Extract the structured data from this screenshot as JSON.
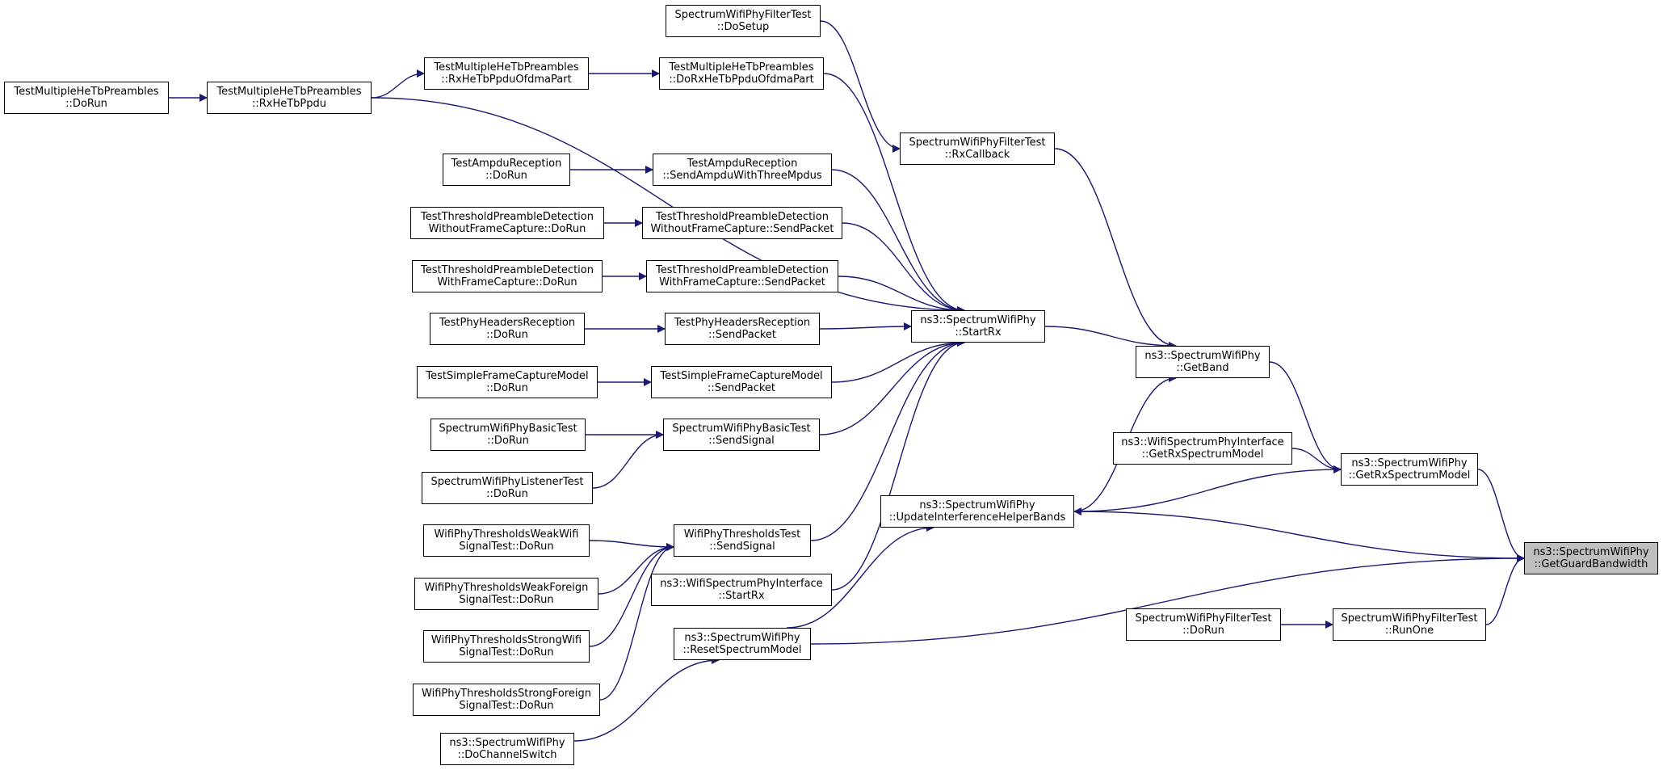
{
  "diagram": {
    "type": "call-graph",
    "colors": {
      "edge": "#191970",
      "node_border": "#000000",
      "focus_fill": "#bfbfbf",
      "background": "#ffffff"
    },
    "nodes": [
      {
        "id": "focus",
        "lines": [
          "ns3::SpectrumWifiPhy",
          "::GetGuardBandwidth"
        ],
        "focus": true
      },
      {
        "id": "getRxSpectrumModel",
        "lines": [
          "ns3::SpectrumWifiPhy",
          "::GetRxSpectrumModel"
        ]
      },
      {
        "id": "updateInterference",
        "lines": [
          "ns3::SpectrumWifiPhy",
          "::UpdateInterferenceHelperBands"
        ]
      },
      {
        "id": "resetSpectrumModel",
        "lines": [
          "ns3::SpectrumWifiPhy",
          "::ResetSpectrumModel"
        ]
      },
      {
        "id": "runOne",
        "lines": [
          "SpectrumWifiPhyFilterTest",
          "::RunOne"
        ]
      },
      {
        "id": "filterDoRun",
        "lines": [
          "SpectrumWifiPhyFilterTest",
          "::DoRun"
        ]
      },
      {
        "id": "getBand",
        "lines": [
          "ns3::SpectrumWifiPhy",
          "::GetBand"
        ]
      },
      {
        "id": "ifaceGetRx",
        "lines": [
          "ns3::WifiSpectrumPhyInterface",
          "::GetRxSpectrumModel"
        ]
      },
      {
        "id": "startRx",
        "lines": [
          "ns3::SpectrumWifiPhy",
          "::StartRx"
        ]
      },
      {
        "id": "rxCallback",
        "lines": [
          "SpectrumWifiPhyFilterTest",
          "::RxCallback"
        ]
      },
      {
        "id": "doSetup",
        "lines": [
          "SpectrumWifiPhyFilterTest",
          "::DoSetup"
        ]
      },
      {
        "id": "ifaceStartRx",
        "lines": [
          "ns3::WifiSpectrumPhyInterface",
          "::StartRx"
        ]
      },
      {
        "id": "doChannelSwitch",
        "lines": [
          "ns3::SpectrumWifiPhy",
          "::DoChannelSwitch"
        ]
      },
      {
        "id": "doRxHeTb",
        "lines": [
          "TestMultipleHeTbPreambles",
          "::DoRxHeTbPpduOfdmaPart"
        ]
      },
      {
        "id": "rxHeTbOfdma",
        "lines": [
          "TestMultipleHeTbPreambles",
          "::RxHeTbPpduOfdmaPart"
        ]
      },
      {
        "id": "rxHeTbPpdu",
        "lines": [
          "TestMultipleHeTbPreambles",
          "::RxHeTbPpdu"
        ]
      },
      {
        "id": "heTbDoRun",
        "lines": [
          "TestMultipleHeTbPreambles",
          "::DoRun"
        ]
      },
      {
        "id": "ampduSend",
        "lines": [
          "TestAmpduReception",
          "::SendAmpduWithThreeMpdus"
        ]
      },
      {
        "id": "ampduDoRun",
        "lines": [
          "TestAmpduReception",
          "::DoRun"
        ]
      },
      {
        "id": "tpdWithoutSend",
        "lines": [
          "TestThresholdPreambleDetection",
          "WithoutFrameCapture::SendPacket"
        ]
      },
      {
        "id": "tpdWithoutDoRun",
        "lines": [
          "TestThresholdPreambleDetection",
          "WithoutFrameCapture::DoRun"
        ]
      },
      {
        "id": "tpdWithSend",
        "lines": [
          "TestThresholdPreambleDetection",
          "WithFrameCapture::SendPacket"
        ]
      },
      {
        "id": "tpdWithDoRun",
        "lines": [
          "TestThresholdPreambleDetection",
          "WithFrameCapture::DoRun"
        ]
      },
      {
        "id": "phyHdrSend",
        "lines": [
          "TestPhyHeadersReception",
          "::SendPacket"
        ]
      },
      {
        "id": "phyHdrDoRun",
        "lines": [
          "TestPhyHeadersReception",
          "::DoRun"
        ]
      },
      {
        "id": "sfcmSend",
        "lines": [
          "TestSimpleFrameCaptureModel",
          "::SendPacket"
        ]
      },
      {
        "id": "sfcmDoRun",
        "lines": [
          "TestSimpleFrameCaptureModel",
          "::DoRun"
        ]
      },
      {
        "id": "basicSend",
        "lines": [
          "SpectrumWifiPhyBasicTest",
          "::SendSignal"
        ]
      },
      {
        "id": "basicDoRun",
        "lines": [
          "SpectrumWifiPhyBasicTest",
          "::DoRun"
        ]
      },
      {
        "id": "listenerDoRun",
        "lines": [
          "SpectrumWifiPhyListenerTest",
          "::DoRun"
        ]
      },
      {
        "id": "thrSend",
        "lines": [
          "WifiPhyThresholdsTest",
          "::SendSignal"
        ]
      },
      {
        "id": "weakWifi",
        "lines": [
          "WifiPhyThresholdsWeakWifi",
          "SignalTest::DoRun"
        ]
      },
      {
        "id": "weakForeign",
        "lines": [
          "WifiPhyThresholdsWeakForeign",
          "SignalTest::DoRun"
        ]
      },
      {
        "id": "strongWifi",
        "lines": [
          "WifiPhyThresholdsStrongWifi",
          "SignalTest::DoRun"
        ]
      },
      {
        "id": "strongForeign",
        "lines": [
          "WifiPhyThresholdsStrongForeign",
          "SignalTest::DoRun"
        ]
      }
    ],
    "edges": [
      {
        "from": "getRxSpectrumModel",
        "to": "focus"
      },
      {
        "from": "updateInterference",
        "to": "focus"
      },
      {
        "from": "resetSpectrumModel",
        "to": "focus"
      },
      {
        "from": "runOne",
        "to": "focus"
      },
      {
        "from": "filterDoRun",
        "to": "runOne"
      },
      {
        "from": "getBand",
        "to": "getRxSpectrumModel"
      },
      {
        "from": "ifaceGetRx",
        "to": "getRxSpectrumModel"
      },
      {
        "from": "getRxSpectrumModel",
        "to": "updateInterference"
      },
      {
        "from": "updateInterference",
        "to": "getBand"
      },
      {
        "from": "resetSpectrumModel",
        "to": "updateInterference"
      },
      {
        "from": "startRx",
        "to": "getBand"
      },
      {
        "from": "rxCallback",
        "to": "getBand"
      },
      {
        "from": "doSetup",
        "to": "rxCallback"
      },
      {
        "from": "ifaceStartRx",
        "to": "startRx"
      },
      {
        "from": "doChannelSwitch",
        "to": "resetSpectrumModel"
      },
      {
        "from": "doRxHeTb",
        "to": "startRx"
      },
      {
        "from": "rxHeTbOfdma",
        "to": "doRxHeTb"
      },
      {
        "from": "rxHeTbPpdu",
        "to": "rxHeTbOfdma"
      },
      {
        "from": "heTbDoRun",
        "to": "rxHeTbPpdu"
      },
      {
        "from": "rxHeTbPpdu",
        "to": "startRx"
      },
      {
        "from": "ampduSend",
        "to": "startRx"
      },
      {
        "from": "ampduDoRun",
        "to": "ampduSend"
      },
      {
        "from": "tpdWithoutSend",
        "to": "startRx"
      },
      {
        "from": "tpdWithoutDoRun",
        "to": "tpdWithoutSend"
      },
      {
        "from": "tpdWithSend",
        "to": "startRx"
      },
      {
        "from": "tpdWithDoRun",
        "to": "tpdWithSend"
      },
      {
        "from": "phyHdrSend",
        "to": "startRx"
      },
      {
        "from": "phyHdrDoRun",
        "to": "phyHdrSend"
      },
      {
        "from": "sfcmSend",
        "to": "startRx"
      },
      {
        "from": "sfcmDoRun",
        "to": "sfcmSend"
      },
      {
        "from": "basicSend",
        "to": "startRx"
      },
      {
        "from": "basicDoRun",
        "to": "basicSend"
      },
      {
        "from": "listenerDoRun",
        "to": "basicSend"
      },
      {
        "from": "thrSend",
        "to": "startRx"
      },
      {
        "from": "weakWifi",
        "to": "thrSend"
      },
      {
        "from": "weakForeign",
        "to": "thrSend"
      },
      {
        "from": "strongWifi",
        "to": "thrSend"
      },
      {
        "from": "strongForeign",
        "to": "thrSend"
      }
    ]
  }
}
